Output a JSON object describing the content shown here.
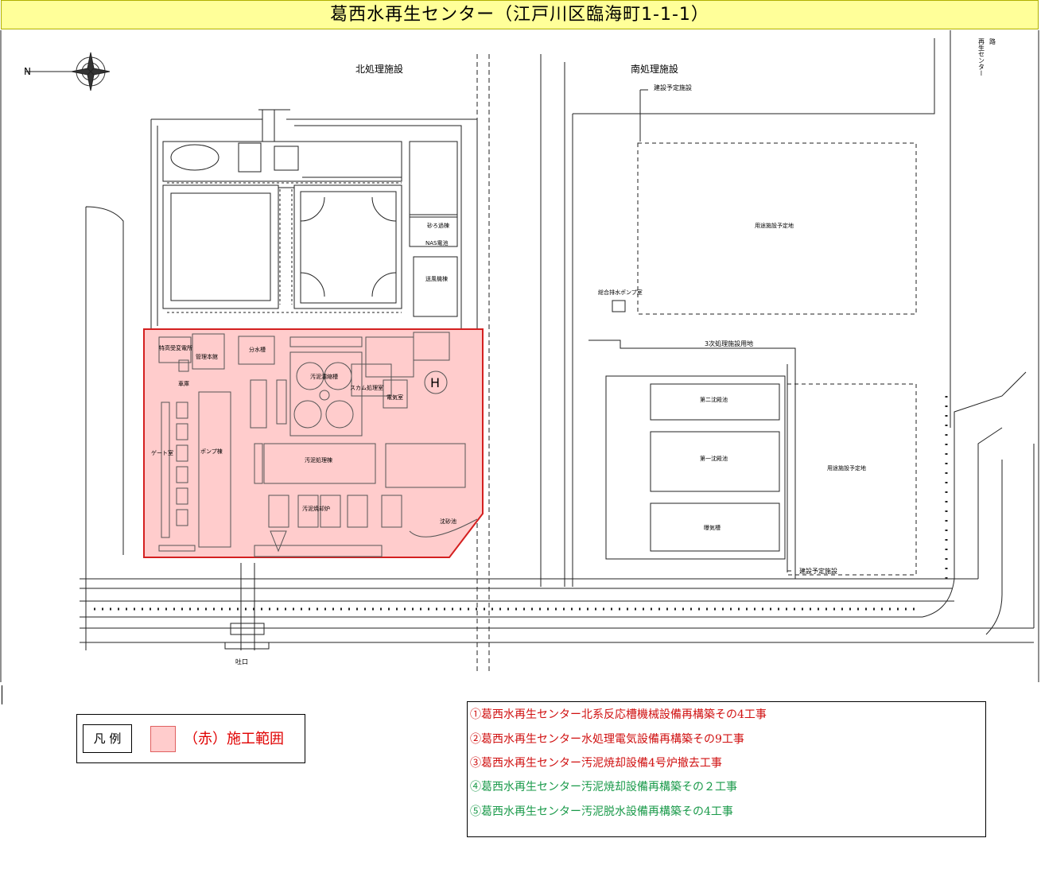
{
  "title": "葛西水再生センター（江戸川区臨海町1-1-1）",
  "map_labels": {
    "north_facility": "北処理施設",
    "south_facility": "南処理施設",
    "planned_facility_top": "建設予定施設",
    "planned_facility_bottom": "建設予定施設",
    "tertiary_site": "3次処理施設用地",
    "planned_area_top": "用途施設予定地",
    "planned_area_bottom": "用途施設予定地",
    "combined_pump": "総合排水ポンプ室",
    "filtration": "砂ろ過棟",
    "nas": "NAS電池",
    "blower": "送風機棟",
    "special_substation": "特高受変電所",
    "admin": "管理本館",
    "distribution": "分水槽",
    "sludge_thickening": "汚泥濃縮槽",
    "scum": "スカム処理室",
    "electric": "電気室",
    "heliport": "H",
    "gate": "ゲート室",
    "pump": "ポンプ棟",
    "sludge_treatment": "汚泥処理棟",
    "incinerator": "汚泥焼却炉",
    "garage": "車庫",
    "second_settling": "第二沈殿池",
    "first_settling": "第一沈殿池",
    "aeration": "曝気槽",
    "outlet": "吐口",
    "road_top_right": "再生センター",
    "road_top_right_2": "路",
    "compass": "N",
    "misc": "沈砂池"
  },
  "legend": {
    "title": "凡 例",
    "item": "（赤）施工範囲",
    "swatch_color": "#ffcccc"
  },
  "works": [
    {
      "text": "①葛西水再生センター北系反応槽機械設備再構築その4工事",
      "color": "#d01010"
    },
    {
      "text": "②葛西水再生センター水処理電気設備再構築その9工事",
      "color": "#d01010"
    },
    {
      "text": "③葛西水再生センター汚泥焼却設備4号炉撤去工事",
      "color": "#d01010"
    },
    {
      "text": "④葛西水再生センター汚泥焼却設備再構築その２工事",
      "color": "#1a9a4a"
    },
    {
      "text": "⑤葛西水再生センター汚泥脱水設備再構築その4工事",
      "color": "#1a9a4a"
    }
  ],
  "colors": {
    "construction_fill": "#ffcccc",
    "construction_border": "#d42020"
  }
}
